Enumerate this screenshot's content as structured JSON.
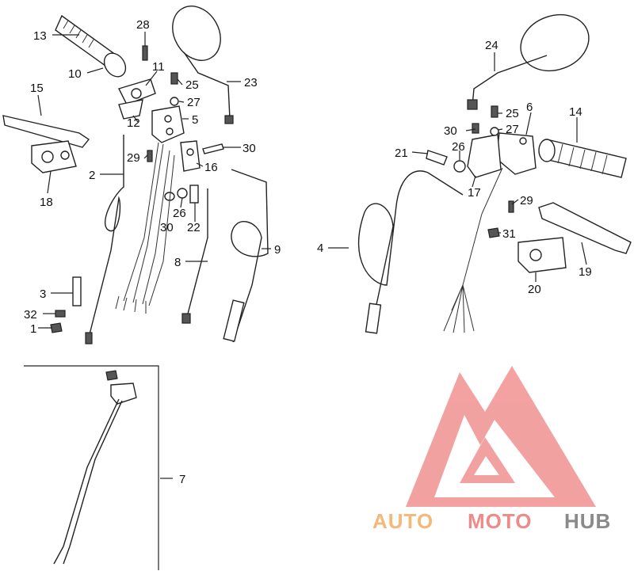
{
  "diagram": {
    "callouts": [
      {
        "id": "13",
        "label": "13"
      },
      {
        "id": "28",
        "label": "28"
      },
      {
        "id": "10",
        "label": "10"
      },
      {
        "id": "11",
        "label": "11"
      },
      {
        "id": "25a",
        "label": "25"
      },
      {
        "id": "23",
        "label": "23"
      },
      {
        "id": "15",
        "label": "15"
      },
      {
        "id": "27a",
        "label": "27"
      },
      {
        "id": "12",
        "label": "12"
      },
      {
        "id": "5",
        "label": "5"
      },
      {
        "id": "29a",
        "label": "29"
      },
      {
        "id": "30a",
        "label": "30"
      },
      {
        "id": "2",
        "label": "2"
      },
      {
        "id": "16",
        "label": "16"
      },
      {
        "id": "18",
        "label": "18"
      },
      {
        "id": "26a",
        "label": "26"
      },
      {
        "id": "30b",
        "label": "30"
      },
      {
        "id": "22",
        "label": "22"
      },
      {
        "id": "9",
        "label": "9"
      },
      {
        "id": "8",
        "label": "8"
      },
      {
        "id": "3",
        "label": "3"
      },
      {
        "id": "32",
        "label": "32"
      },
      {
        "id": "1",
        "label": "1"
      },
      {
        "id": "24",
        "label": "24"
      },
      {
        "id": "14",
        "label": "14"
      },
      {
        "id": "6",
        "label": "6"
      },
      {
        "id": "25b",
        "label": "25"
      },
      {
        "id": "30c",
        "label": "30"
      },
      {
        "id": "27b",
        "label": "27"
      },
      {
        "id": "21",
        "label": "21"
      },
      {
        "id": "26b",
        "label": "26"
      },
      {
        "id": "17",
        "label": "17"
      },
      {
        "id": "29b",
        "label": "29"
      },
      {
        "id": "4",
        "label": "4"
      },
      {
        "id": "31",
        "label": "31"
      },
      {
        "id": "19",
        "label": "19"
      },
      {
        "id": "20",
        "label": "20"
      },
      {
        "id": "7",
        "label": "7"
      }
    ]
  },
  "watermark": {
    "part1": "AUTO",
    "part2": "MOTO",
    "part3": "HUB",
    "colors": {
      "logo": "#f08080",
      "text_light": "#f5b87a",
      "text_mid": "#ef8a8a",
      "text_dark": "#8a8a8a"
    }
  }
}
